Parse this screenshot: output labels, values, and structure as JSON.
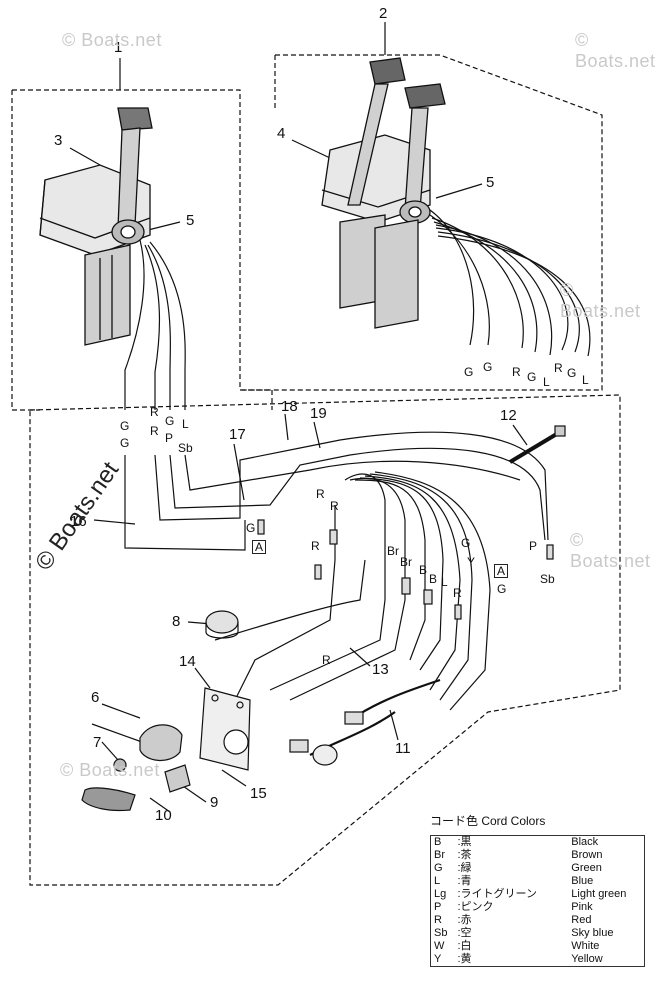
{
  "callouts": [
    "1",
    "2",
    "3",
    "4",
    "5",
    "5",
    "6",
    "7",
    "8",
    "9",
    "10",
    "11",
    "12",
    "13",
    "14",
    "15",
    "16",
    "17",
    "18",
    "19"
  ],
  "wire_labels": {
    "left_bottom": [
      "G",
      "G",
      "R",
      "R",
      "G",
      "P",
      "L",
      "Sb"
    ],
    "right_bottom": [
      "G",
      "G",
      "R",
      "G",
      "L",
      "R",
      "G",
      "L"
    ],
    "loom_left": [
      "R",
      "R"
    ],
    "loom_right": [
      "Br",
      "Br",
      "B",
      "B",
      "L",
      "R",
      "G",
      "Y",
      "P",
      "Sb",
      "G"
    ],
    "connector_a": "A",
    "mid_r": "R",
    "g_top": "G"
  },
  "watermark_main": "© Boats.net",
  "watermark_faint": "© Boats.net",
  "legend": {
    "title": "コード色 Cord Colors",
    "rows": [
      {
        "code": "B",
        "jp": ":黒",
        "en": "Black"
      },
      {
        "code": "Br",
        "jp": ":茶",
        "en": "Brown"
      },
      {
        "code": "G",
        "jp": ":緑",
        "en": "Green"
      },
      {
        "code": "L",
        "jp": ":青",
        "en": "Blue"
      },
      {
        "code": "Lg",
        "jp": ":ライトグリーン",
        "en": "Light green"
      },
      {
        "code": "P",
        "jp": ":ピンク",
        "en": "Pink"
      },
      {
        "code": "R",
        "jp": ":赤",
        "en": "Red"
      },
      {
        "code": "Sb",
        "jp": ":空",
        "en": "Sky blue"
      },
      {
        "code": "W",
        "jp": ":白",
        "en": "White"
      },
      {
        "code": "Y",
        "jp": ":黄",
        "en": "Yellow"
      }
    ]
  }
}
